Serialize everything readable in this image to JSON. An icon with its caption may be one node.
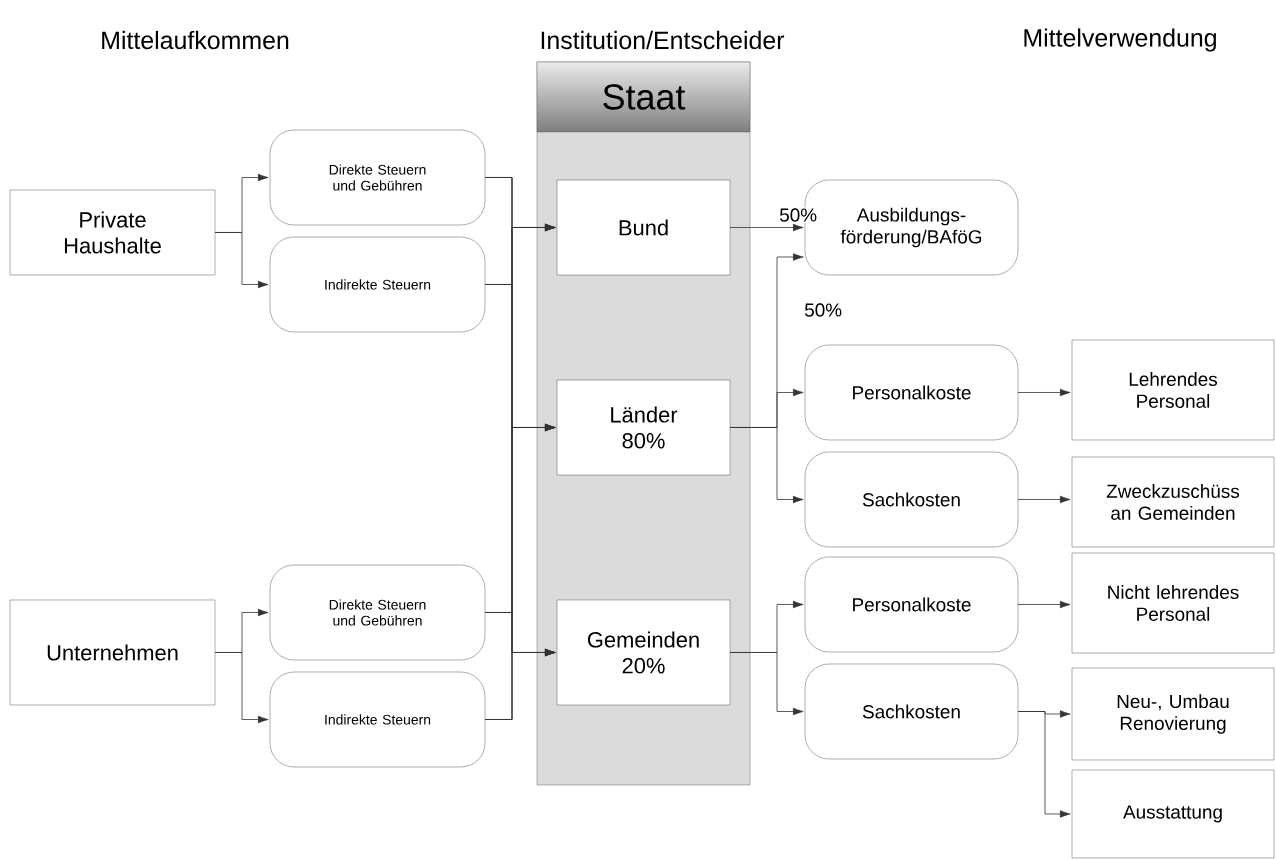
{
  "diagram": {
    "nodes": [
      {
        "text": [
          "Private Haushalte"
        ]
      },
      {
        "text": [
          "Direkte Steuern und Gebühren"
        ]
      },
      {
        "text": [
          "Indirekte Steuern"
        ]
      },
      {
        "text": [
          "Unternehmen"
        ]
      },
      {
        "text": [
          "Direkte Steuern und Gebühren"
        ]
      },
      {
        "text": [
          "Indirekte Steuern"
        ]
      },
      {
        "text": [
          "Staat"
        ]
      },
      {
        "text": [
          "Bund"
        ],
        "in": 6
      },
      {
        "text": [
          "Länder 80%"
        ],
        "in": 6
      },
      {
        "text": [
          "Gemeinden 20%"
        ],
        "in": 6
      },
      {
        "text": [
          "Ausbildungs- förderung/BAföG"
        ]
      },
      {
        "text": [
          "Personalkoste"
        ]
      },
      {
        "text": [
          "Sachkosten"
        ]
      },
      {
        "text": [
          "Personalkoste"
        ]
      },
      {
        "text": [
          "Sachkosten"
        ]
      },
      {
        "text": [
          "Lehrendes Personal"
        ]
      },
      {
        "text": [
          "Zweckzuschüss an Gemeinden"
        ]
      },
      {
        "text": [
          "Nicht lehrendes Personal"
        ]
      },
      {
        "text": [
          "Neu-, Umbau Renovierung"
        ]
      },
      {
        "text": [
          "Ausstattung"
        ]
      }
    ],
    "edges": [
      {
        "from": 0,
        "to": 1,
        "arrow": "to"
      },
      {
        "from": 0,
        "to": 2,
        "arrow": "to"
      },
      {
        "from": 3,
        "to": 4,
        "arrow": "to"
      },
      {
        "from": 3,
        "to": 5,
        "arrow": "to"
      },
      {
        "from": 1,
        "to": 7,
        "arrow": "to"
      },
      {
        "from": 1,
        "to": 8,
        "arrow": "to"
      },
      {
        "from": 1,
        "to": 9,
        "arrow": "to"
      },
      {
        "from": 2,
        "to": 7,
        "arrow": "to"
      },
      {
        "from": 2,
        "to": 8,
        "arrow": "to"
      },
      {
        "from": 2,
        "to": 9,
        "arrow": "to"
      },
      {
        "from": 4,
        "to": 7,
        "arrow": "to"
      },
      {
        "from": 4,
        "to": 8,
        "arrow": "to"
      },
      {
        "from": 4,
        "to": 9,
        "arrow": "to"
      },
      {
        "from": 5,
        "to": 7,
        "arrow": "to"
      },
      {
        "from": 5,
        "to": 8,
        "arrow": "to"
      },
      {
        "from": 5,
        "to": 9,
        "arrow": "to"
      },
      {
        "from": 7,
        "to": 10,
        "arrow": "to",
        "label": "50%"
      },
      {
        "from": 8,
        "to": 10,
        "arrow": "to",
        "label": "50%"
      },
      {
        "from": 8,
        "to": 11,
        "arrow": "to"
      },
      {
        "from": 8,
        "to": 12,
        "arrow": "to"
      },
      {
        "from": 9,
        "to": 13,
        "arrow": "to"
      },
      {
        "from": 9,
        "to": 14,
        "arrow": "to"
      },
      {
        "from": 11,
        "to": 15,
        "arrow": "to"
      },
      {
        "from": 12,
        "to": 16,
        "arrow": "to"
      },
      {
        "from": 13,
        "to": 17,
        "arrow": "to"
      },
      {
        "from": 14,
        "to": 18,
        "arrow": "to"
      },
      {
        "from": 14,
        "to": 19,
        "arrow": "to"
      }
    ],
    "labels": [
      "Mittelaufkommen",
      "Institution/Entscheider",
      "Mittelverwendung"
    ]
  }
}
